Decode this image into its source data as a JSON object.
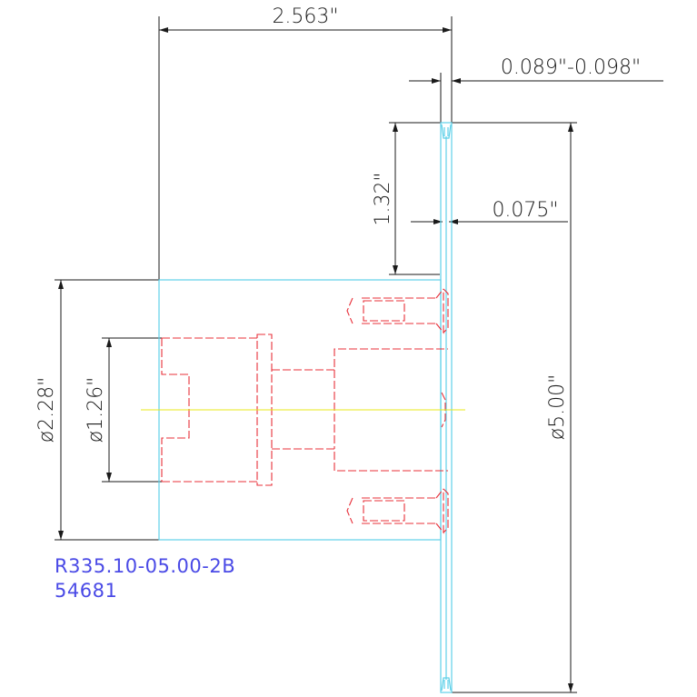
{
  "dimensions": {
    "overall_length": "2.563\"",
    "flange_thickness_range": "0.089\"-0.098\"",
    "flange_offset_height": "1.32\"",
    "slot_width": "0.075\"",
    "body_diameter": "ø2.28\"",
    "bore_diameter": "ø1.26\"",
    "flange_diameter": "ø5.00\""
  },
  "part": {
    "number": "R335.10-05.00-2B",
    "code": "54681"
  },
  "colors": {
    "dimension": "#1a1a1a",
    "outline": "#5fd0e8",
    "hidden": "#e8303a",
    "centerline": "#e8e81a",
    "label": "#4a4ae6"
  }
}
